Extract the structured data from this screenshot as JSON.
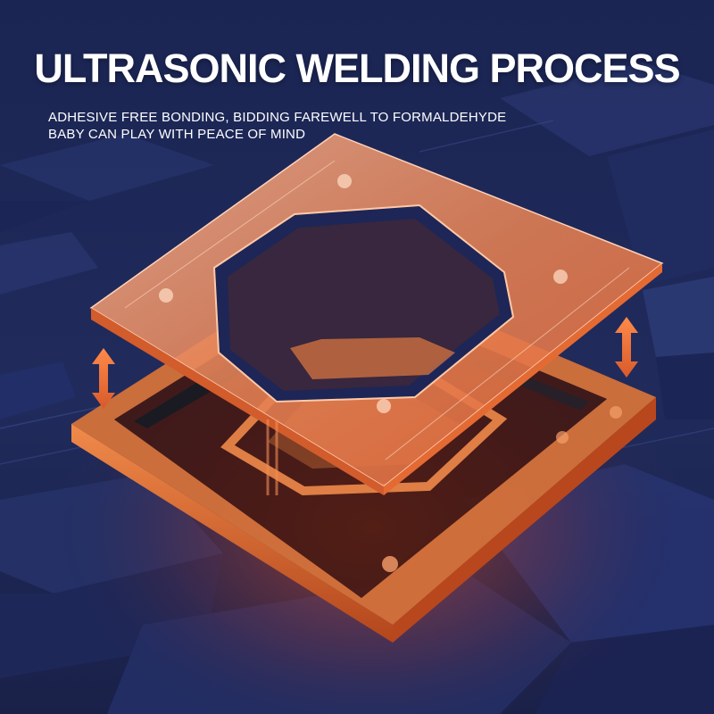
{
  "headline": {
    "title": "ULTRASONIC WELDING PROCESS",
    "subtitle_line1": "ADHESIVE FREE BONDING, BIDDING FAREWELL TO FORMALDEHYDE",
    "subtitle_line2": "BABY CAN PLAY WITH PEACE OF MIND"
  },
  "colors": {
    "background": "#17204a",
    "panel": "#243063",
    "glow": "#ff6a2b",
    "amber": "#e8742f",
    "arrow": "#f07a3c",
    "text": "#ffffff"
  },
  "icons": {
    "arrow_left": "double-headed-vertical-arrow",
    "arrow_right": "double-headed-vertical-arrow"
  }
}
